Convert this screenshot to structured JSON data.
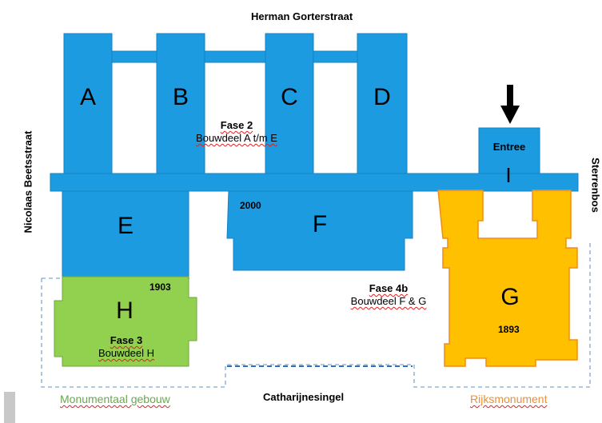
{
  "streets": {
    "north": "Herman Gorterstraat",
    "west": "Nicolaas Beetsstraat",
    "east": "Sterrenbos",
    "south": "Catharijnesingel"
  },
  "buildings": {
    "A": "A",
    "B": "B",
    "C": "C",
    "D": "D",
    "E": "E",
    "F": "F",
    "G": "G",
    "H": "H",
    "I": "I"
  },
  "entrance": {
    "label": "Entree"
  },
  "years": {
    "F": "2000",
    "H": "1903",
    "G": "1893"
  },
  "phases": {
    "fase2": {
      "title": "Fase 2",
      "desc": "Bouwdeel A t/m E"
    },
    "fase3": {
      "title": "Fase 3",
      "desc": "Bouwdeel H"
    },
    "fase4b": {
      "title": "Fase 4b",
      "desc": "Bouwdeel F & G"
    }
  },
  "legend": {
    "monument": "Monumentaal gebouw",
    "rijksmonument": "Rijksmonument"
  },
  "colors": {
    "blue": "#1c9be0",
    "blue_stroke": "#1583c0",
    "green": "#92d050",
    "green_stroke": "#6fa83a",
    "orange": "#ffc000",
    "orange_stroke": "#f08c1a",
    "dash": "#7fa8d4",
    "monument_text": "#6aa84f",
    "rijks_text": "#e69138"
  }
}
